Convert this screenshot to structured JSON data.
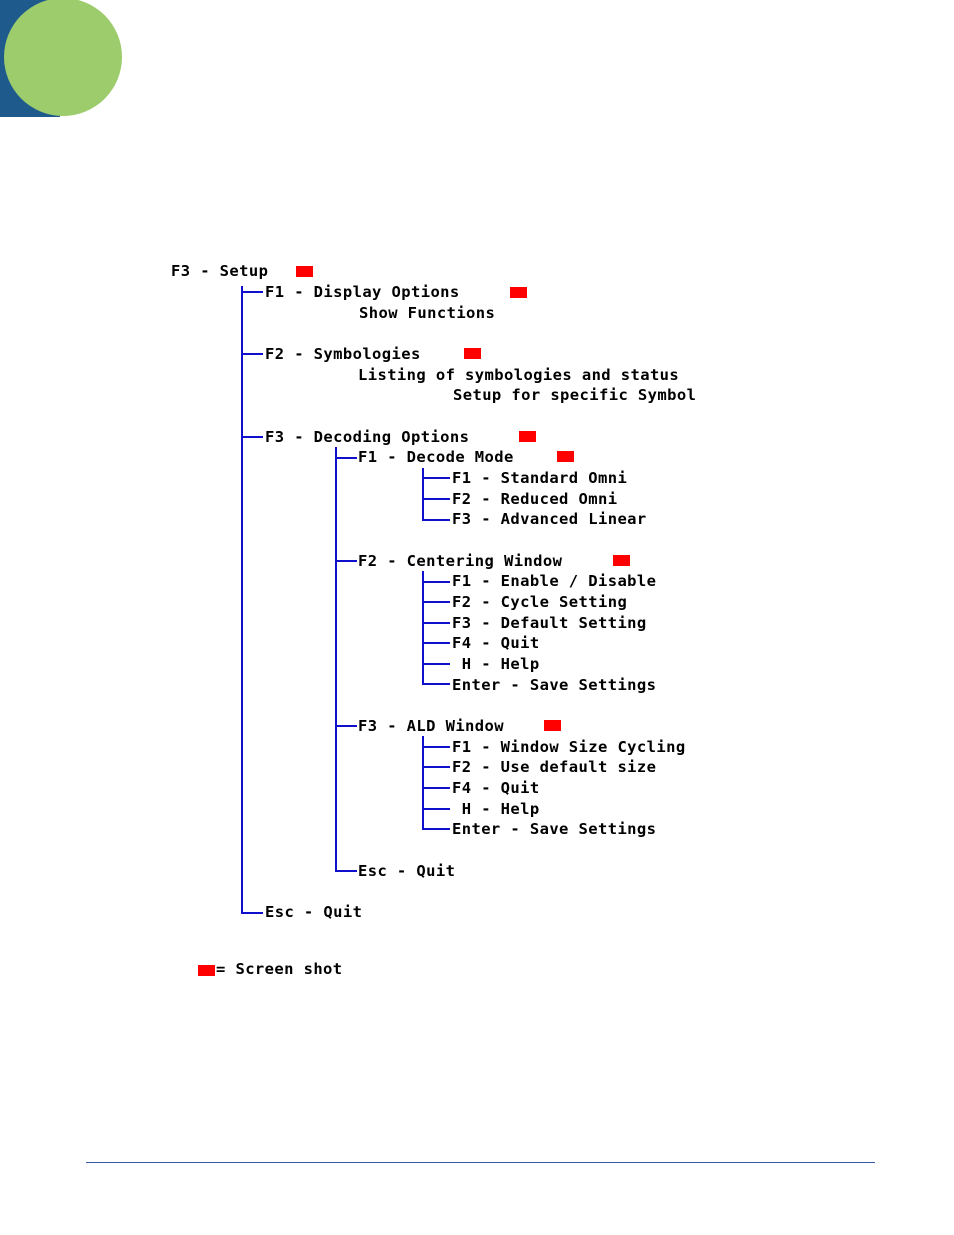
{
  "colors": {
    "corner_blue": "#1e5a8c",
    "corner_green": "#9ccc6c",
    "tree_line": "#1010cc",
    "screenshot_marker": "#ff0000",
    "footer_rule": "#3a5aa8"
  },
  "tree": {
    "root": "F3 - Setup",
    "display": {
      "label": "F1 - Display Options",
      "detail": "Show Functions"
    },
    "symbologies": {
      "label": "F2 - Symbologies",
      "detail1": "Listing of symbologies and status",
      "detail2": "Setup for specific Symbol"
    },
    "decoding": {
      "label": "F3 - Decoding Options",
      "decode_mode": {
        "label": "F1 - Decode Mode",
        "items": [
          "F1 - Standard Omni",
          "F2 - Reduced Omni",
          "F3 - Advanced Linear"
        ]
      },
      "centering": {
        "label": "F2 - Centering Window",
        "items": [
          "F1 - Enable / Disable",
          "F2 - Cycle Setting",
          "F3 - Default Setting",
          "F4 - Quit",
          " H - Help",
          "Enter - Save Settings"
        ]
      },
      "ald": {
        "label": "F3 - ALD Window",
        "items": [
          "F1 - Window Size Cycling",
          "F2 - Use default size",
          "F4 - Quit",
          " H - Help",
          "Enter - Save Settings"
        ]
      },
      "esc": "Esc - Quit"
    },
    "esc": "Esc - Quit"
  },
  "legend": {
    "text": "= Screen shot"
  }
}
